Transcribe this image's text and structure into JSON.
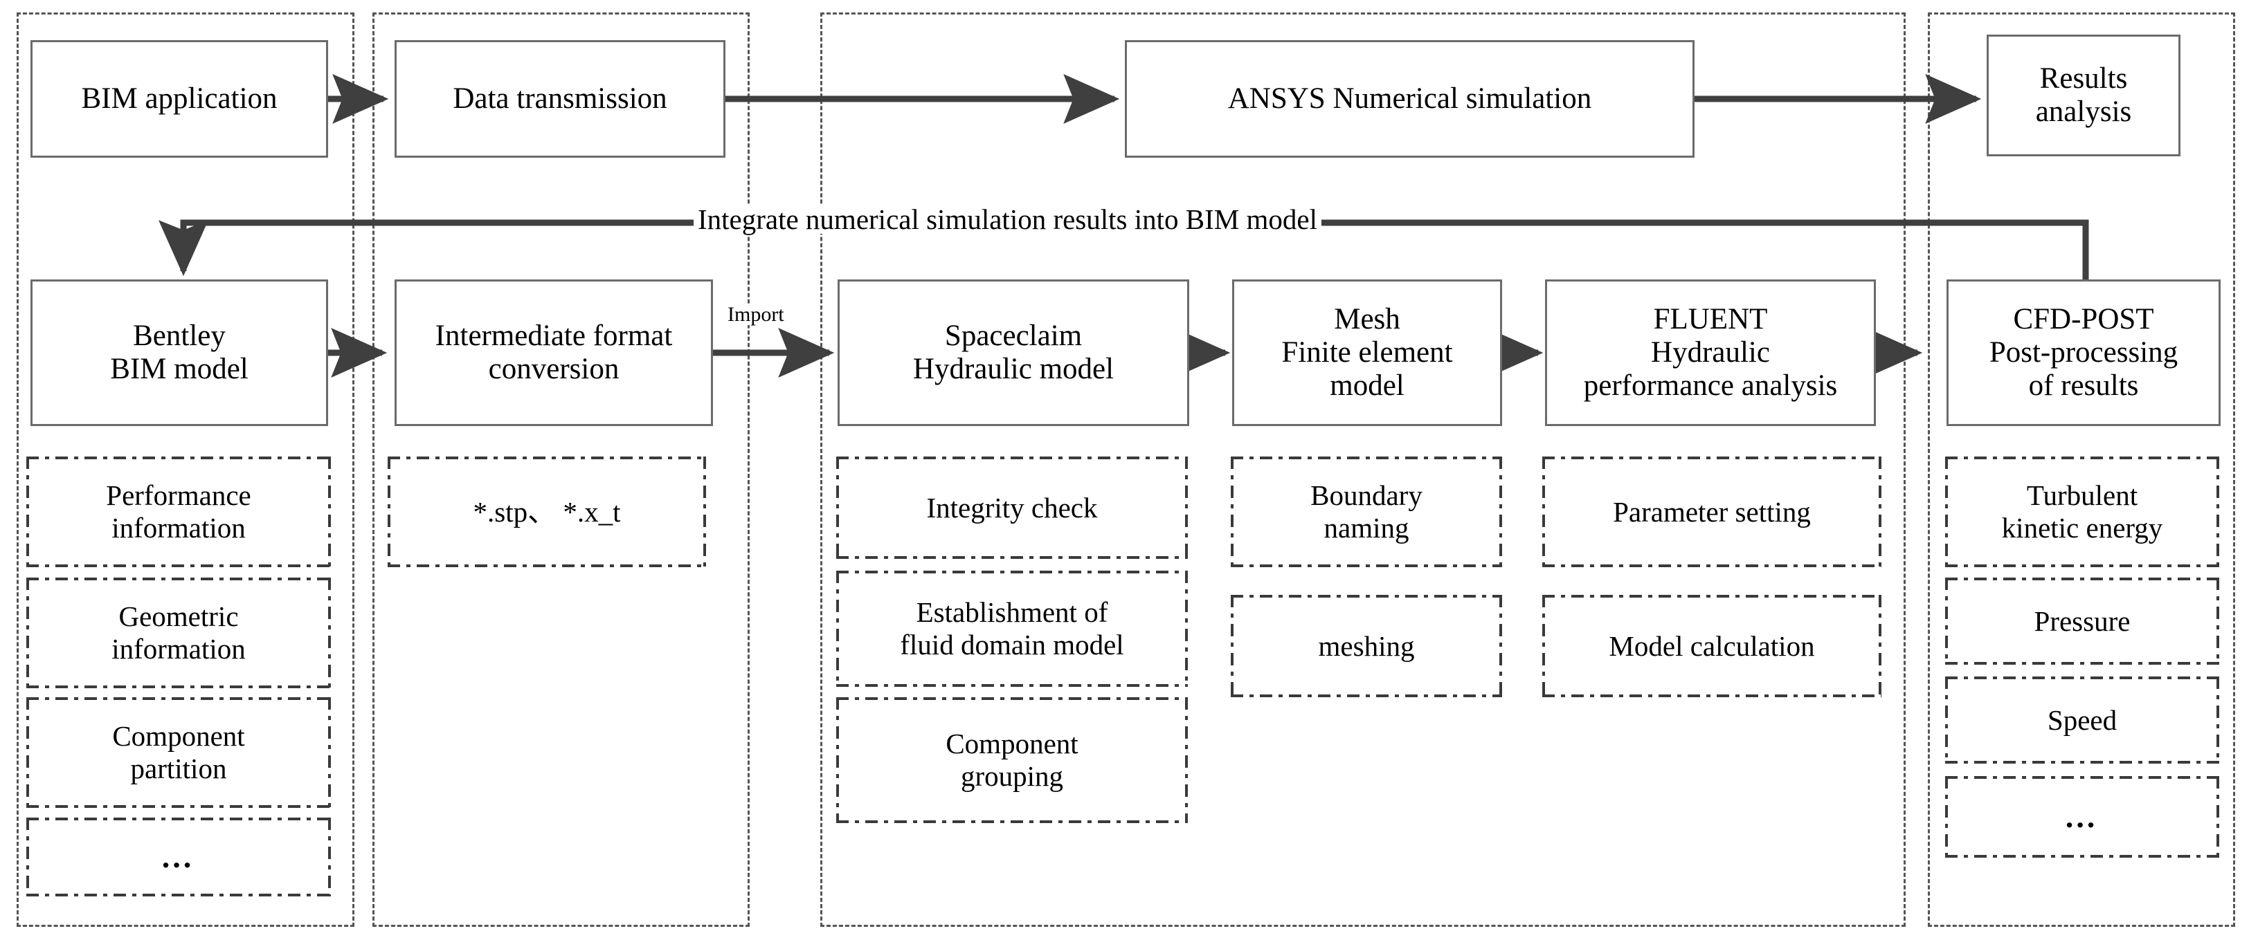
{
  "diagram": {
    "title": "BIM to ANSYS hydraulic performance simulation workflow",
    "colors": {
      "box_border": "#6b6b6b",
      "panel_border": "#555555",
      "subbox_border": "#3a3a3a",
      "arrow": "#3f3f3f",
      "background": "#ffffff"
    }
  },
  "panels": [
    {
      "id": "panel-bim",
      "name": "bim-group-panel"
    },
    {
      "id": "panel-transfer",
      "name": "data-transmission-group-panel"
    },
    {
      "id": "panel-simulation",
      "name": "ansys-simulation-group-panel"
    },
    {
      "id": "panel-results",
      "name": "results-group-panel"
    }
  ],
  "row1": {
    "bim_application": {
      "lines": [
        "BIM application"
      ]
    },
    "data_transmission": {
      "lines": [
        "Data transmission"
      ]
    },
    "ansys_simulation": {
      "lines": [
        "ANSYS Numerical simulation"
      ]
    },
    "results_analysis": {
      "lines": [
        "Results",
        "analysis"
      ]
    }
  },
  "feedback": {
    "label": "Integrate numerical simulation results into BIM model"
  },
  "row2": {
    "bentley": {
      "lines": [
        "Bentley",
        "BIM model"
      ]
    },
    "intermediate": {
      "lines": [
        "Intermediate format conversion"
      ]
    },
    "spaceclaim": {
      "lines": [
        "Spaceclaim",
        "Hydraulic model"
      ]
    },
    "mesh": {
      "lines": [
        "Mesh",
        "Finite element",
        "model"
      ]
    },
    "fluent": {
      "lines": [
        "FLUENT",
        "Hydraulic",
        "performance analysis"
      ]
    },
    "cfdpost": {
      "lines": [
        "CFD-POST",
        "Post-processing",
        "of results"
      ]
    },
    "import_label": "Import"
  },
  "subitems": {
    "bentley": [
      {
        "lines": [
          "Performance",
          "information"
        ]
      },
      {
        "lines": [
          "Geometric",
          "information"
        ]
      },
      {
        "lines": [
          "Component",
          "partition"
        ]
      },
      {
        "lines": [
          "…"
        ],
        "is_ellipsis": true
      }
    ],
    "intermediate": [
      {
        "lines": [
          "*.stp、 *.x_t"
        ]
      }
    ],
    "spaceclaim": [
      {
        "lines": [
          "Integrity check"
        ]
      },
      {
        "lines": [
          "Establishment of",
          "fluid domain model"
        ]
      },
      {
        "lines": [
          "Component",
          "grouping"
        ]
      }
    ],
    "mesh": [
      {
        "lines": [
          "Boundary",
          "naming"
        ]
      },
      {
        "lines": [
          "meshing"
        ]
      }
    ],
    "fluent": [
      {
        "lines": [
          "Parameter setting"
        ]
      },
      {
        "lines": [
          "Model calculation"
        ]
      }
    ],
    "cfdpost": [
      {
        "lines": [
          "Turbulent",
          "kinetic energy"
        ]
      },
      {
        "lines": [
          "Pressure"
        ]
      },
      {
        "lines": [
          "Speed"
        ]
      },
      {
        "lines": [
          "…"
        ],
        "is_ellipsis": true
      }
    ]
  }
}
